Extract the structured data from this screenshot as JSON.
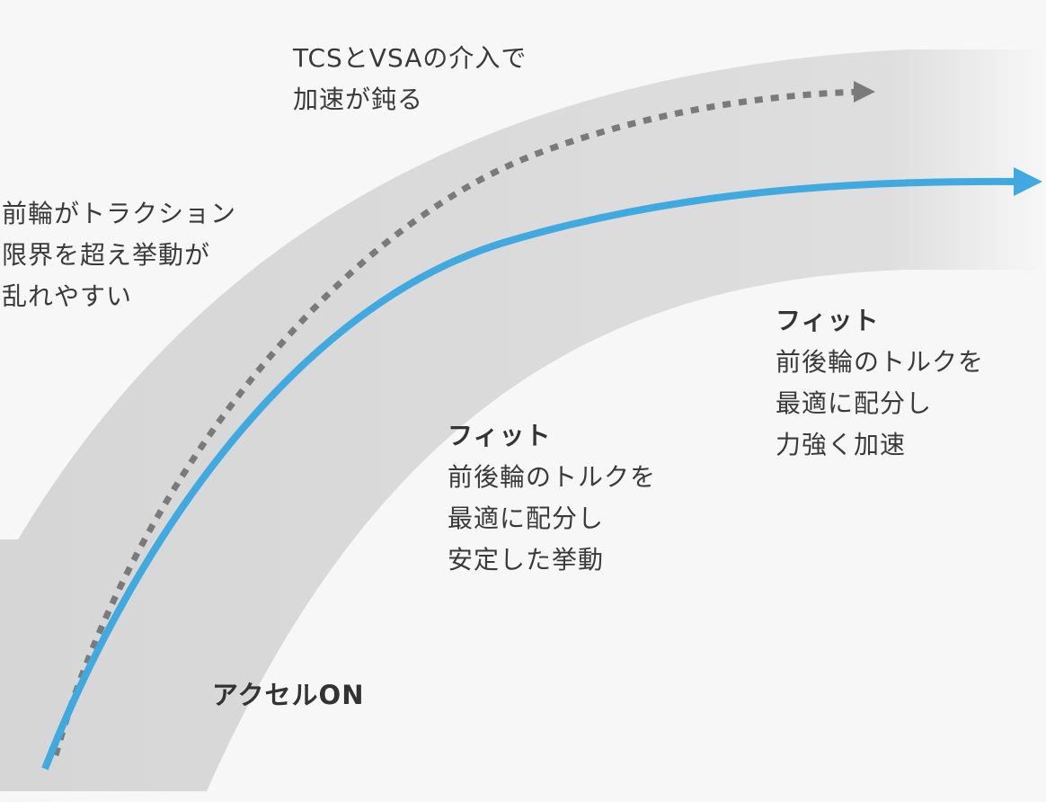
{
  "labels": {
    "tcs_vsa": [
      "TCSとVSAの介入で",
      "加速が鈍る"
    ],
    "front_wheel": [
      "前輪がトラクション",
      "限界を超え挙動が",
      "乱れやすい"
    ],
    "fit_stable": {
      "title": "フィット",
      "lines": [
        "前後輪のトルクを",
        "最適に配分し",
        "安定した挙動"
      ]
    },
    "fit_accel": {
      "title": "フィット",
      "lines": [
        "前後輪のトルクを",
        "最適に配分し",
        "力強く加速"
      ]
    },
    "accel_on": "アクセルON"
  },
  "colors": {
    "background": "#f7f7f7",
    "road": "#dcdcdc",
    "blue_path": "#3fa9e0",
    "dotted_path": "#7a7a7a",
    "blue_car_body": "#7ec8ec",
    "blue_car_roof": "#c9e7f6",
    "gray_car_body": "#6e6e6e",
    "gray_car_roof": "#8a8a8a",
    "tail_light": "#c0282e"
  }
}
